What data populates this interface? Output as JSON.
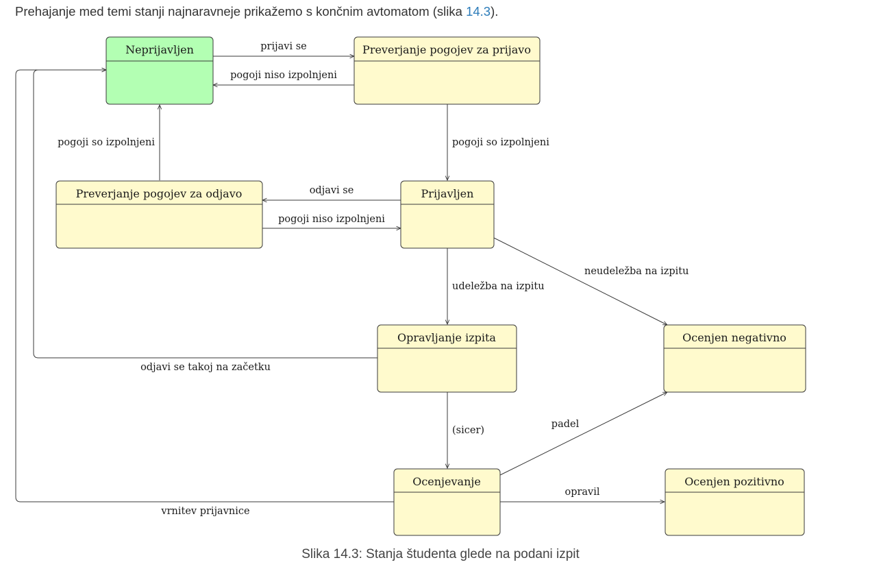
{
  "intro": {
    "text": "Prehajanje med temi stanji najnaravneje prikažemo s končnim avtomatom (slika ",
    "ref": "14.3",
    "end": ")."
  },
  "diagram": {
    "states": {
      "neprijavljen": "Neprijavljen",
      "preverjanje_prijava": "Preverjanje pogojev za prijavo",
      "preverjanje_odjava": "Preverjanje pogojev za odjavo",
      "prijavljen": "Prijavljen",
      "opravljanje": "Opravljanje izpita",
      "ocenjen_negativno": "Ocenjen negativno",
      "ocenjevanje": "Ocenjevanje",
      "ocenjen_pozitivno": "Ocenjen pozitivno"
    },
    "transitions": {
      "prijavi_se": "prijavi se",
      "pogoji_niso_1": "pogoji niso izpolnjeni",
      "pogoji_so_1": "pogoji so izpolnjeni",
      "pogoji_so_2": "pogoji so izpolnjeni",
      "odjavi_se": "odjavi se",
      "pogoji_niso_2": "pogoji niso izpolnjeni",
      "neudelezba": "neudeležba na izpitu",
      "udelezba": "udeležba na izpitu",
      "odjavi_takoj": "odjavi se takoj na začetku",
      "sicer": "(sicer)",
      "padel": "padel",
      "opravil": "opravil",
      "vrnitev": "vrnitev prijavnice"
    },
    "colors": {
      "initial_state_fill": "#b3ffb3",
      "state_fill": "#fffacd",
      "line": "#3a3a3a"
    }
  },
  "caption": "Slika 14.3: Stanja študenta glede na podani izpit"
}
